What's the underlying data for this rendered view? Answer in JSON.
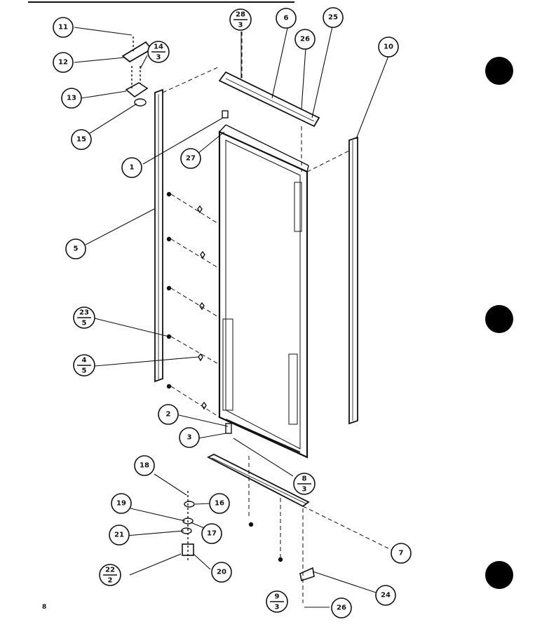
{
  "page_number": "8",
  "colors": {
    "ink": "#111111",
    "paper": "#ffffff"
  },
  "callouts": {
    "c1": "1",
    "c2": "2",
    "c3": "3",
    "c5": "5",
    "c6": "6",
    "c7": "7",
    "c10": "10",
    "c11": "11",
    "c12": "12",
    "c13": "13",
    "c15": "15",
    "c16": "16",
    "c17": "17",
    "c18": "18",
    "c19": "19",
    "c20": "20",
    "c21": "21",
    "c24": "24",
    "c25": "25",
    "c26a": "26",
    "c26b": "26",
    "c27": "27"
  },
  "fraction_callouts": {
    "f28": {
      "num": "28",
      "den": "3"
    },
    "f14": {
      "num": "14",
      "den": "3"
    },
    "f23": {
      "num": "23",
      "den": "5"
    },
    "f4": {
      "num": "4",
      "den": "5"
    },
    "f8": {
      "num": "8",
      "den": "3"
    },
    "f22": {
      "num": "22",
      "den": "2"
    },
    "f9": {
      "num": "9",
      "den": "3"
    }
  }
}
